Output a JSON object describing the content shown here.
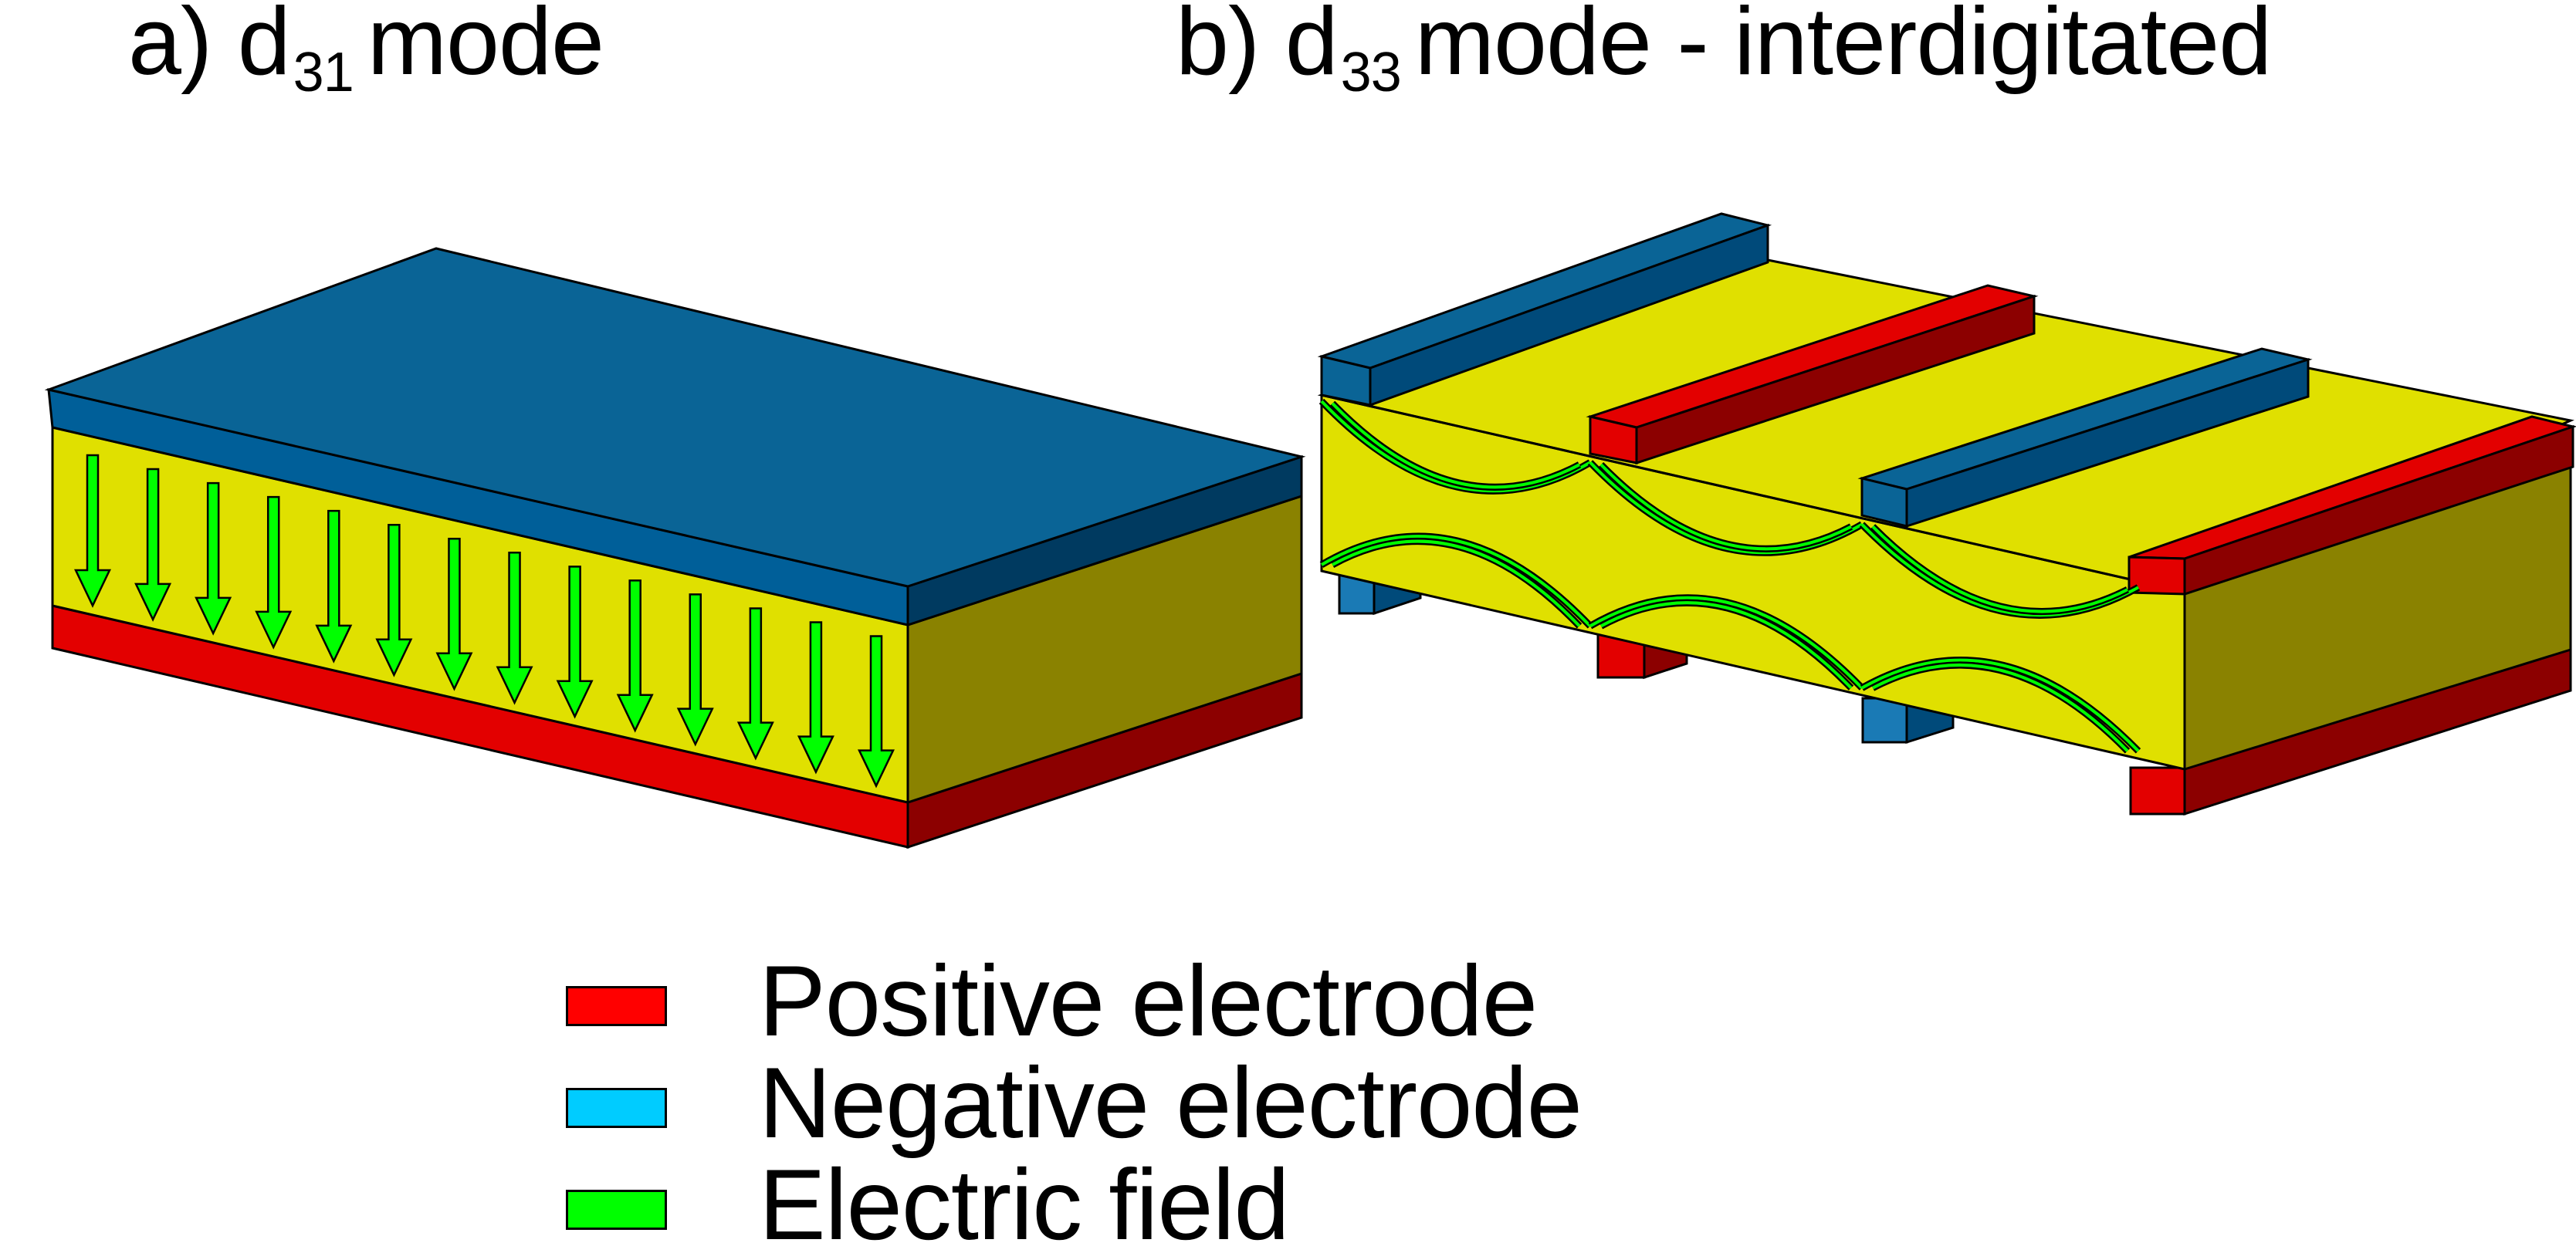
{
  "panel_a": {
    "title_prefix": "a) d",
    "title_subscript": "31",
    "title_suffix": "mode"
  },
  "panel_b": {
    "title_prefix": "b) d",
    "title_subscript": "33",
    "title_suffix": "mode - interdigitated"
  },
  "legend": {
    "positive_label": "Positive electrode",
    "negative_label": "Negative electrode",
    "field_label": "Electric field"
  },
  "colors": {
    "positive_electrode": "#ff0000",
    "negative_electrode": "#00ccff",
    "electric_field": "#00ff00",
    "piezo_material": "#e0e000",
    "electrode_top_blue": "#0a6496"
  }
}
